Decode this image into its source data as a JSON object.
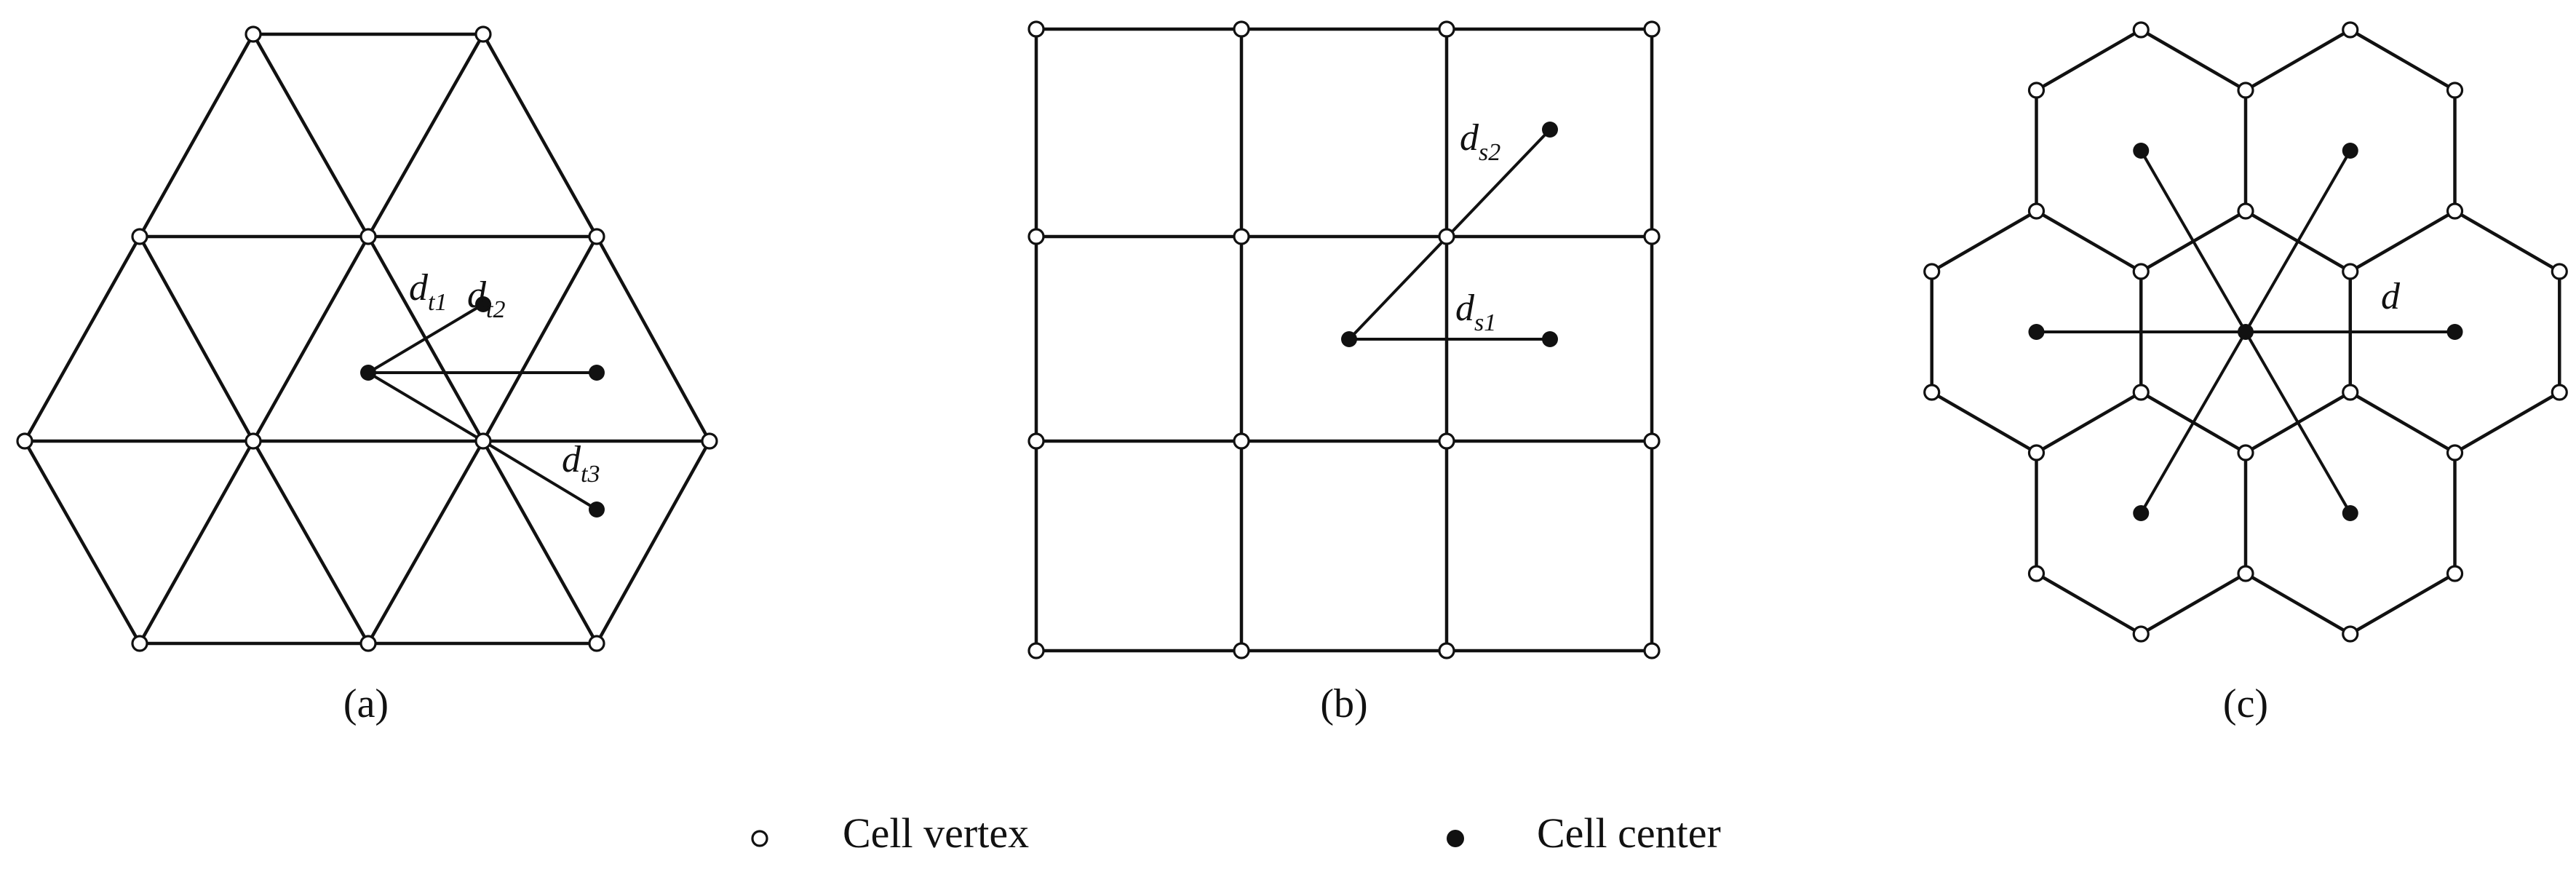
{
  "panels": [
    {
      "id": "a",
      "grid": "triangular",
      "caption": "(a)",
      "distance_labels": [
        {
          "id": "dt1",
          "base": "d",
          "subscript": "t1"
        },
        {
          "id": "dt2",
          "base": "d",
          "subscript": "t2"
        },
        {
          "id": "dt3",
          "base": "d",
          "subscript": "t3"
        }
      ]
    },
    {
      "id": "b",
      "grid": "square",
      "caption": "(b)",
      "distance_labels": [
        {
          "id": "ds2",
          "base": "d",
          "subscript": "s2"
        },
        {
          "id": "ds1",
          "base": "d",
          "subscript": "s1"
        }
      ]
    },
    {
      "id": "c",
      "grid": "hexagonal",
      "caption": "(c)",
      "distance_labels": [
        {
          "id": "d",
          "base": "d",
          "subscript": ""
        }
      ]
    }
  ],
  "legend": {
    "vertex_label": "Cell vertex",
    "center_label": "Cell center"
  },
  "colors": {
    "stroke": "#111111",
    "vertex_fill": "#ffffff",
    "center_fill": "#111111",
    "background": "#ffffff"
  }
}
